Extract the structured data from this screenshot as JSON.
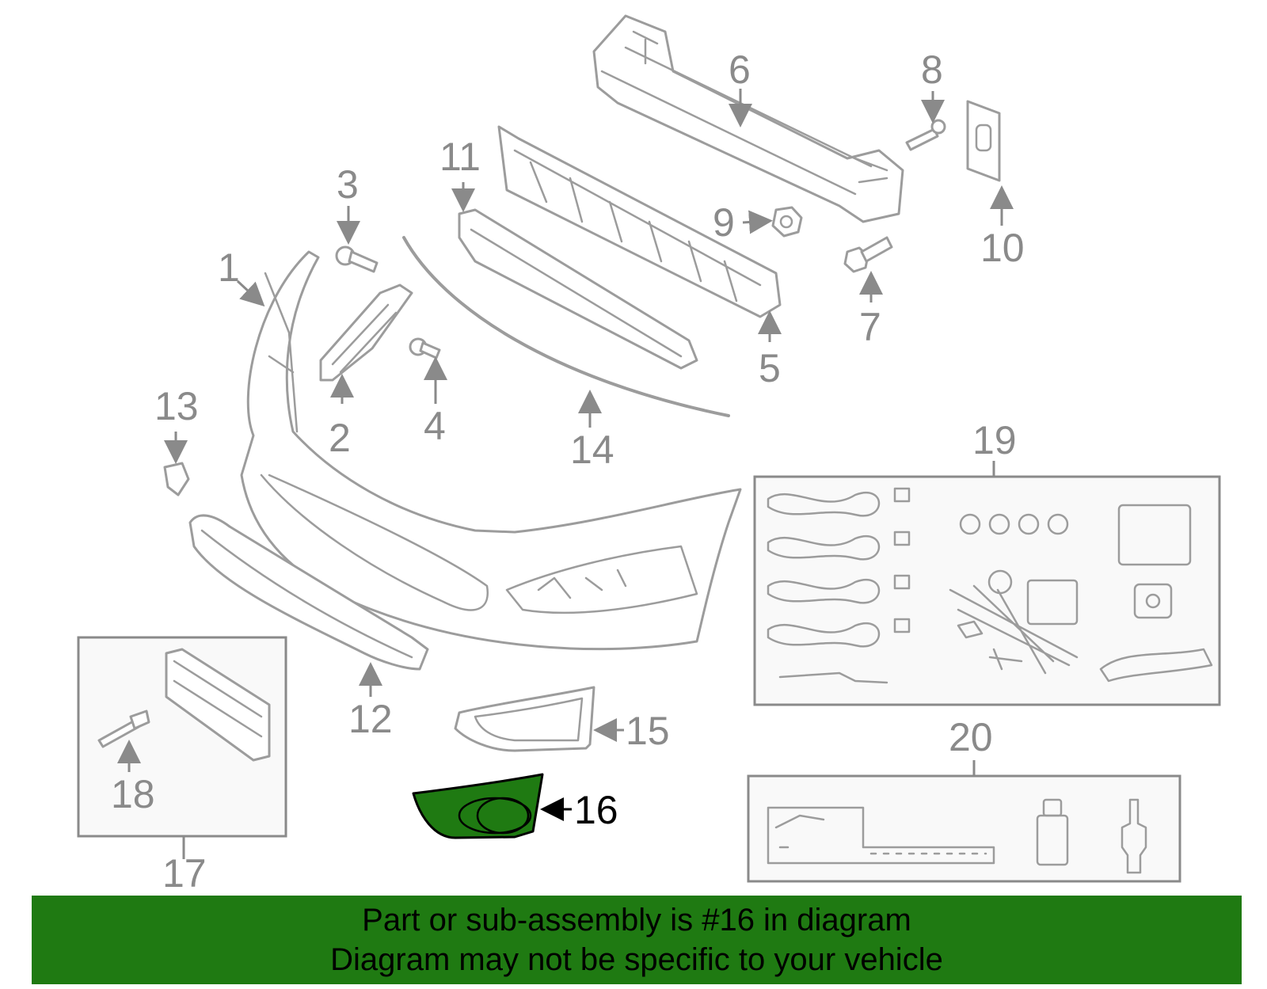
{
  "diagram": {
    "callouts": [
      "1",
      "2",
      "3",
      "4",
      "5",
      "6",
      "7",
      "8",
      "9",
      "10",
      "11",
      "12",
      "13",
      "14",
      "15",
      "16",
      "17",
      "18",
      "19",
      "20"
    ],
    "highlighted_part": "16",
    "highlight_color": "#1f7a12",
    "line_color": "#9c9c9c"
  },
  "banner": {
    "line1": "Part or sub-assembly is #16 in diagram",
    "line2": "Diagram may not be specific to your vehicle",
    "background": "#1f7a12"
  }
}
